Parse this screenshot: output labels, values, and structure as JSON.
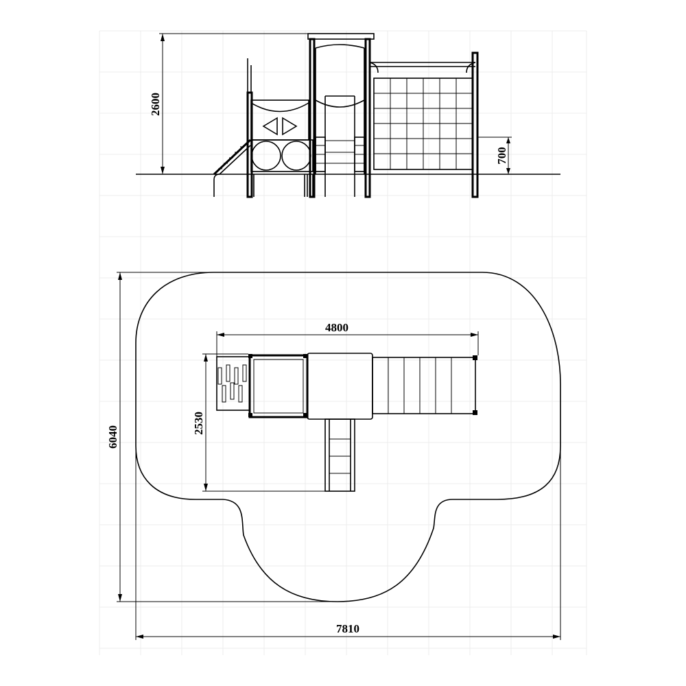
{
  "diagram": {
    "elevation_view": {
      "dimensions": {
        "overall_height": "2600",
        "platform_height": "700"
      }
    },
    "plan_view": {
      "dimensions": {
        "equipment_length": "4800",
        "equipment_width": "2530",
        "safety_zone_width": "7810",
        "safety_zone_depth": "6040"
      }
    }
  }
}
